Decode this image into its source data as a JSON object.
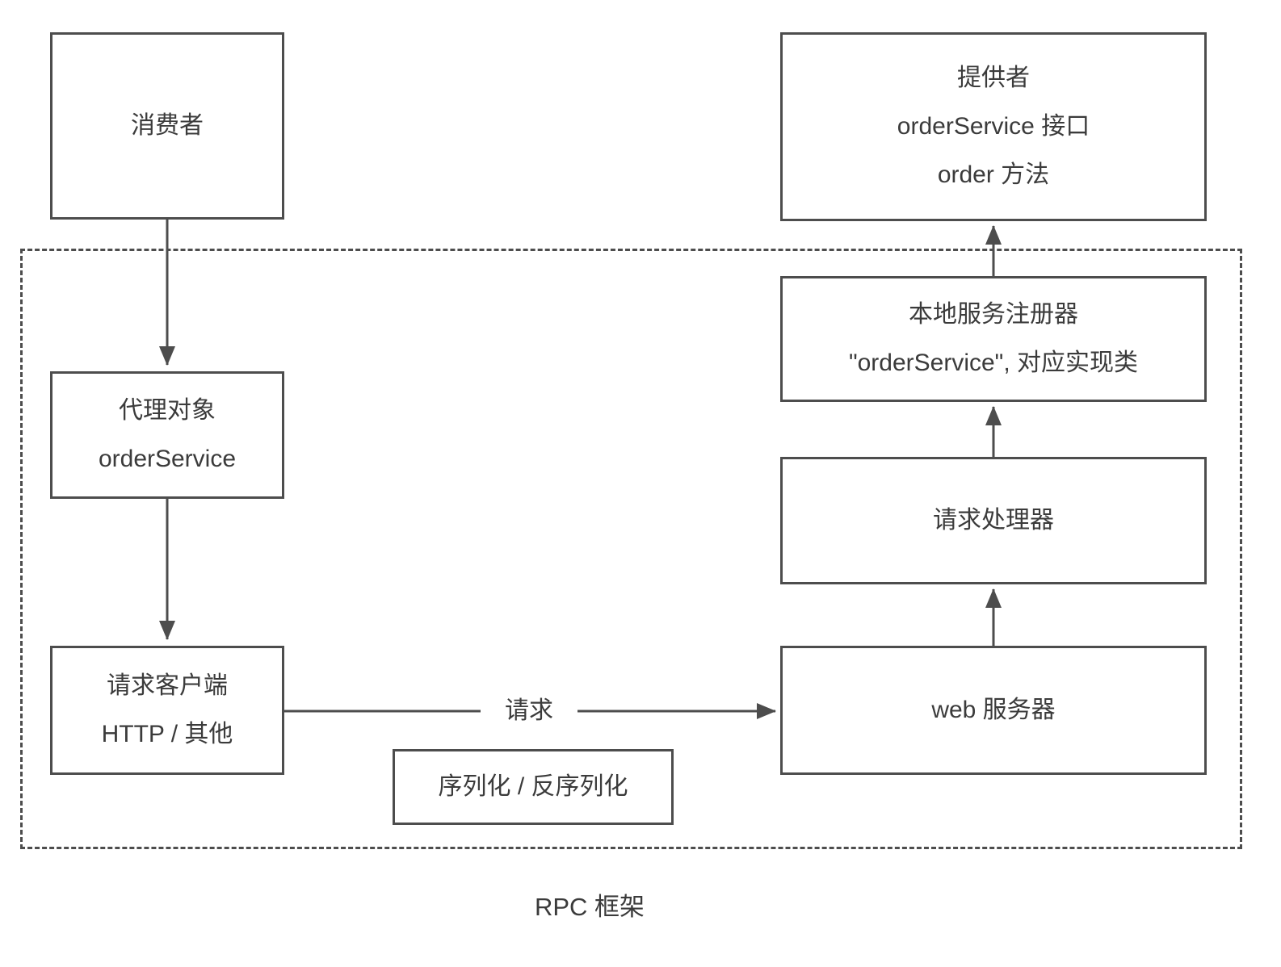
{
  "title": "RPC 框架",
  "colors": {
    "line": "#4d4d4d",
    "text": "#3b3b3b",
    "background": "#ffffff"
  },
  "nodes": {
    "consumer": {
      "lines": [
        "消费者"
      ]
    },
    "provider": {
      "lines": [
        "提供者",
        "orderService 接口",
        "order 方法"
      ]
    },
    "proxy_object": {
      "lines": [
        "代理对象",
        "orderService"
      ]
    },
    "request_client": {
      "lines": [
        "请求客户端",
        "HTTP / 其他"
      ]
    },
    "serialization": {
      "lines": [
        "序列化 / 反序列化"
      ]
    },
    "local_service_registry": {
      "lines": [
        "本地服务注册器",
        "\"orderService\", 对应实现类"
      ]
    },
    "request_handler": {
      "lines": [
        "请求处理器"
      ]
    },
    "web_server": {
      "lines": [
        "web 服务器"
      ]
    }
  },
  "edge_labels": {
    "request": "请求"
  }
}
